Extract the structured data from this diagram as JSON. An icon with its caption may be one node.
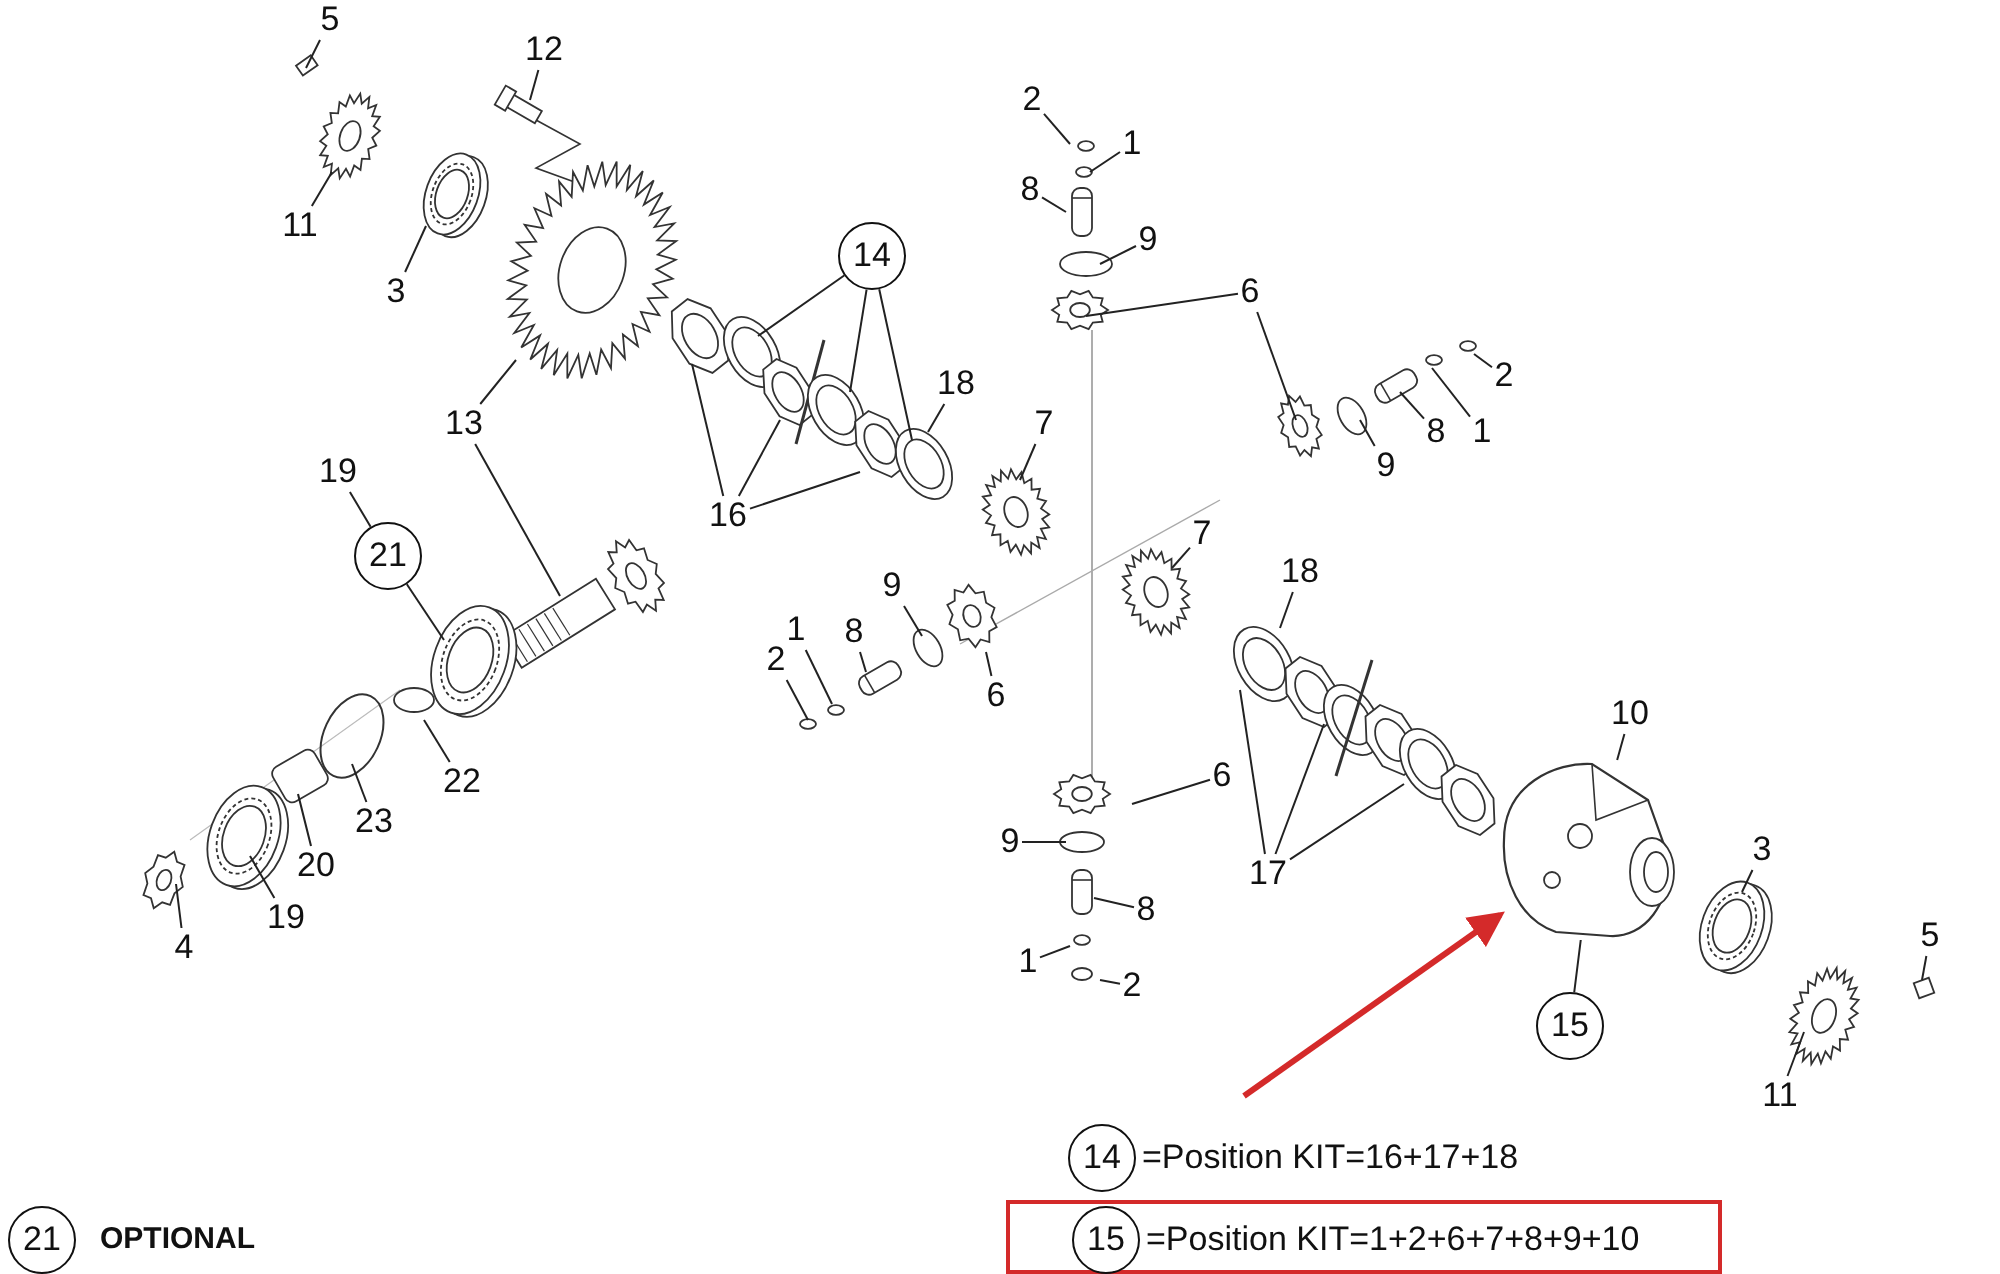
{
  "diagram": {
    "nodes": [
      {
        "text": [
          "5"
        ]
      },
      {
        "text": [
          "12"
        ]
      },
      {
        "text": [
          "11"
        ]
      },
      {
        "text": [
          "3"
        ]
      },
      {
        "text": [
          "2"
        ]
      },
      {
        "text": [
          "1"
        ]
      },
      {
        "text": [
          "8"
        ]
      },
      {
        "text": [
          "9"
        ]
      },
      {
        "text": [
          "14"
        ]
      },
      {
        "text": [
          "6"
        ]
      },
      {
        "text": [
          "18"
        ]
      },
      {
        "text": [
          "13"
        ]
      },
      {
        "text": [
          "2"
        ]
      },
      {
        "text": [
          "1"
        ]
      },
      {
        "text": [
          "8"
        ]
      },
      {
        "text": [
          "9"
        ]
      },
      {
        "text": [
          "7"
        ]
      },
      {
        "text": [
          "19"
        ]
      },
      {
        "text": [
          "21"
        ]
      },
      {
        "text": [
          "16"
        ]
      },
      {
        "text": [
          "7"
        ]
      },
      {
        "text": [
          "18"
        ]
      },
      {
        "text": [
          "1"
        ]
      },
      {
        "text": [
          "9"
        ]
      },
      {
        "text": [
          "2"
        ]
      },
      {
        "text": [
          "8"
        ]
      },
      {
        "text": [
          "6"
        ]
      },
      {
        "text": [
          "10"
        ]
      },
      {
        "text": [
          "22"
        ]
      },
      {
        "text": [
          "6"
        ]
      },
      {
        "text": [
          "23"
        ]
      },
      {
        "text": [
          "3"
        ]
      },
      {
        "text": [
          "17"
        ]
      },
      {
        "text": [
          "9"
        ]
      },
      {
        "text": [
          "20"
        ]
      },
      {
        "text": [
          "8"
        ]
      },
      {
        "text": [
          "19"
        ]
      },
      {
        "text": [
          "4"
        ]
      },
      {
        "text": [
          "1"
        ]
      },
      {
        "text": [
          "5"
        ]
      },
      {
        "text": [
          "2"
        ]
      },
      {
        "text": [
          "15"
        ]
      },
      {
        "text": [
          "11"
        ]
      },
      {
        "text": [],
        "shape": "picture"
      },
      {
        "text": [
          "14"
        ],
        "beside": [
          "=Position KIT=16+17+18"
        ]
      },
      {
        "text": [],
        "shape": "box"
      },
      {
        "text": [
          "15"
        ],
        "beside": [
          "=Position KIT=1+2+6+7+8+9+10"
        ],
        "in": 45
      },
      {
        "text": [
          "21"
        ],
        "beside": [
          "OPTIONAL"
        ]
      }
    ],
    "edges": [
      {
        "from": 0,
        "to": null,
        "arrow": "none"
      },
      {
        "from": 1,
        "to": null,
        "arrow": "none"
      },
      {
        "from": 2,
        "to": null,
        "arrow": "none"
      },
      {
        "from": 3,
        "to": null,
        "arrow": "none"
      },
      {
        "from": 4,
        "to": null,
        "arrow": "none"
      },
      {
        "from": 5,
        "to": null,
        "arrow": "none"
      },
      {
        "from": 6,
        "to": null,
        "arrow": "none"
      },
      {
        "from": 7,
        "to": null,
        "arrow": "none"
      },
      {
        "from": 8,
        "to": null,
        "arrow": "none"
      },
      {
        "from": 8,
        "to": null,
        "arrow": "none"
      },
      {
        "from": 8,
        "to": null,
        "arrow": "none"
      },
      {
        "from": 9,
        "to": null,
        "arrow": "none"
      },
      {
        "from": 9,
        "to": null,
        "arrow": "none"
      },
      {
        "from": 10,
        "to": null,
        "arrow": "none"
      },
      {
        "from": 11,
        "to": null,
        "arrow": "none"
      },
      {
        "from": 11,
        "to": null,
        "arrow": "none"
      },
      {
        "from": 12,
        "to": null,
        "arrow": "none"
      },
      {
        "from": 13,
        "to": null,
        "arrow": "none"
      },
      {
        "from": 14,
        "to": null,
        "arrow": "none"
      },
      {
        "from": 15,
        "to": null,
        "arrow": "none"
      },
      {
        "from": 16,
        "to": null,
        "arrow": "none"
      },
      {
        "from": 17,
        "to": 18,
        "arrow": "none"
      },
      {
        "from": 18,
        "to": null,
        "arrow": "none"
      },
      {
        "from": 19,
        "to": null,
        "arrow": "none"
      },
      {
        "from": 19,
        "to": null,
        "arrow": "none"
      },
      {
        "from": 19,
        "to": null,
        "arrow": "none"
      },
      {
        "from": 20,
        "to": null,
        "arrow": "none"
      },
      {
        "from": 21,
        "to": null,
        "arrow": "none"
      },
      {
        "from": 22,
        "to": null,
        "arrow": "none"
      },
      {
        "from": 23,
        "to": null,
        "arrow": "none"
      },
      {
        "from": 24,
        "to": null,
        "arrow": "none"
      },
      {
        "from": 25,
        "to": null,
        "arrow": "none"
      },
      {
        "from": 26,
        "to": null,
        "arrow": "none"
      },
      {
        "from": 27,
        "to": 43,
        "arrow": "none"
      },
      {
        "from": 28,
        "to": null,
        "arrow": "none"
      },
      {
        "from": 29,
        "to": null,
        "arrow": "none"
      },
      {
        "from": 30,
        "to": null,
        "arrow": "none"
      },
      {
        "from": 31,
        "to": null,
        "arrow": "none"
      },
      {
        "from": 32,
        "to": null,
        "arrow": "none"
      },
      {
        "from": 32,
        "to": null,
        "arrow": "none"
      },
      {
        "from": 32,
        "to": null,
        "arrow": "none"
      },
      {
        "from": 33,
        "to": null,
        "arrow": "none"
      },
      {
        "from": 34,
        "to": null,
        "arrow": "none"
      },
      {
        "from": 35,
        "to": null,
        "arrow": "none"
      },
      {
        "from": 36,
        "to": null,
        "arrow": "none"
      },
      {
        "from": 37,
        "to": null,
        "arrow": "none"
      },
      {
        "from": 38,
        "to": null,
        "arrow": "none"
      },
      {
        "from": 39,
        "to": null,
        "arrow": "none"
      },
      {
        "from": 40,
        "to": null,
        "arrow": "none"
      },
      {
        "from": 41,
        "to": 43,
        "arrow": "none"
      },
      {
        "from": 42,
        "to": null,
        "arrow": "none"
      },
      {
        "from": null,
        "to": 43,
        "arrow": "to",
        "style": "thick",
        "color": "#d42a2a"
      }
    ]
  }
}
